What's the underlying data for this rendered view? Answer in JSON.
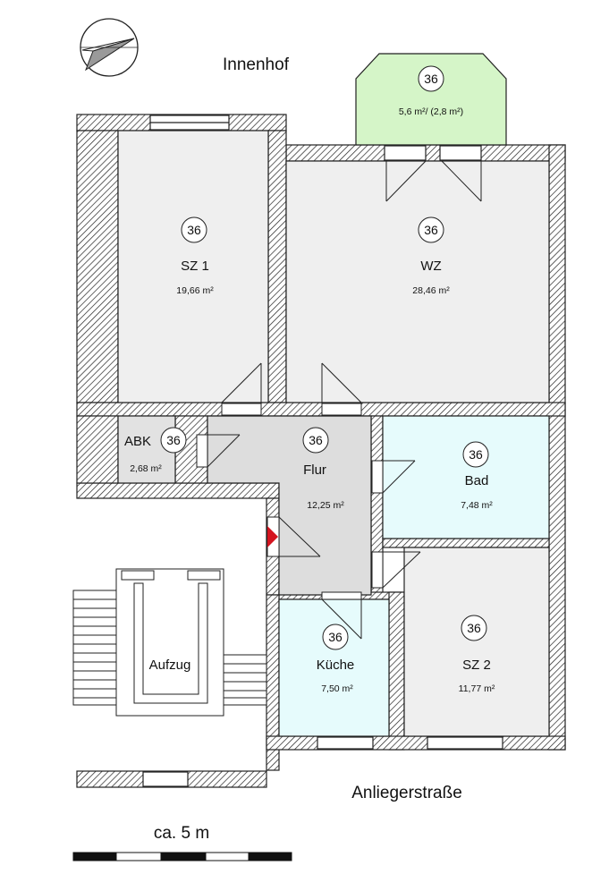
{
  "labels": {
    "courtyard": "Innenhof",
    "street": "Anliegerstraße",
    "scale": "ca. 5 m",
    "elevator": "Aufzug"
  },
  "colors": {
    "room_grey": "#efefef",
    "hall_grey": "#dddddd",
    "wet_cyan": "#e6fbfc",
    "balcony_green": "#d5f5c8",
    "entry_marker": "#d4141f"
  },
  "rooms": {
    "balcony": {
      "number": "36",
      "area": "5,6 m²/ (2,8 m²)"
    },
    "sz1": {
      "number": "36",
      "name": "SZ 1",
      "area": "19,66 m²"
    },
    "wz": {
      "number": "36",
      "name": "WZ",
      "area": "28,46 m²"
    },
    "abk": {
      "number": "36",
      "name": "ABK",
      "area": "2,68 m²"
    },
    "flur": {
      "number": "36",
      "name": "Flur",
      "area": "12,25 m²"
    },
    "bad": {
      "number": "36",
      "name": "Bad",
      "area": "7,48 m²"
    },
    "kueche": {
      "number": "36",
      "name": "Küche",
      "area": "7,50 m²"
    },
    "sz2": {
      "number": "36",
      "name": "SZ 2",
      "area": "11,77 m²"
    }
  }
}
